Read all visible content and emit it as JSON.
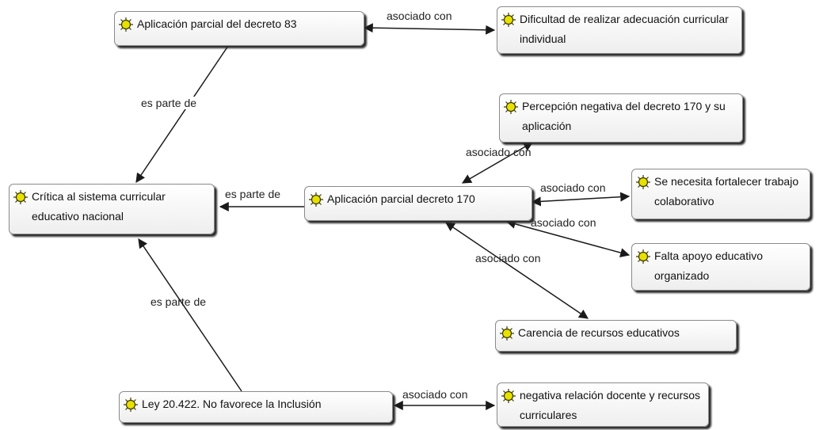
{
  "nodes": {
    "n83": "Aplicación parcial del decreto 83",
    "dificultad": "Dificultad de realizar adecuación curricular individual",
    "percepcion": "Percepción negativa del decreto 170 y su aplicación",
    "critica": "Crítica al sistema curricular educativo nacional",
    "n170": "Aplicación parcial decreto 170",
    "fortalecer": "Se necesita fortalecer trabajo colaborativo",
    "falta": "Falta apoyo educativo organizado",
    "carencia": "Carencia de recursos educativos",
    "ley": "Ley 20.422. No favorece la  Inclusión",
    "negativa": "negativa relación docente y recursos curriculares"
  },
  "edges": {
    "e83_dif": "asociado con",
    "e83_crit": "es parte de",
    "e170_crit": "es parte de",
    "e170_perc": "asociado con",
    "e170_fort": "asociado con",
    "e170_falta": "asociado con",
    "e170_car": "asociado con",
    "eley_crit": "es parte de",
    "eley_neg": "asociado con"
  },
  "icon": "concept-icon",
  "colors": {
    "icon_fill": "#e8e000",
    "icon_stroke": "#3a3a00",
    "edge": "#1a1a1a"
  }
}
